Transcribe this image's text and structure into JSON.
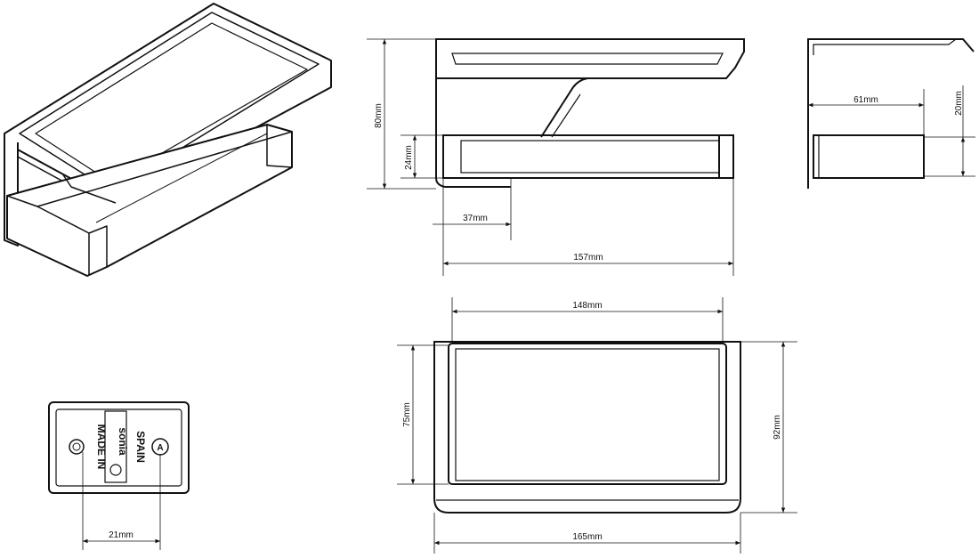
{
  "dimensions": {
    "height_80": "80mm",
    "height_24": "24mm",
    "offset_37": "37mm",
    "length_157": "157mm",
    "depth_61": "61mm",
    "height_20": "20mm",
    "width_148": "148mm",
    "depth_75": "75mm",
    "depth_92": "92mm",
    "width_165": "165mm",
    "spacing_21": "21mm"
  },
  "plate": {
    "line1": "MADE IN",
    "brand": "sonia",
    "line3": "SPAIN",
    "mark_a": "A"
  },
  "colors": {
    "line": "#111111",
    "background": "#ffffff"
  }
}
